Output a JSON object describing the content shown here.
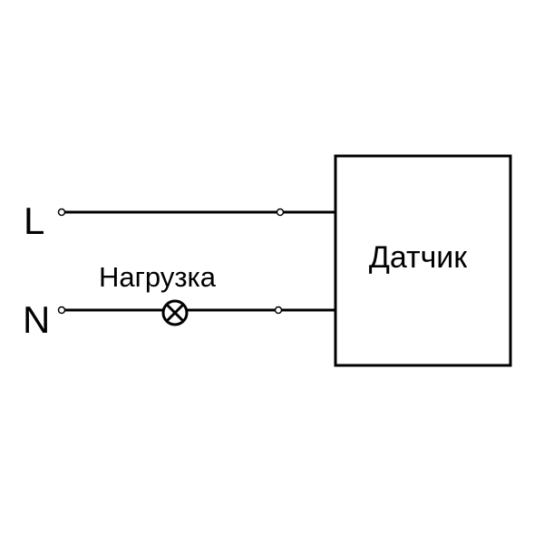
{
  "labels": {
    "line": "L",
    "neutral": "N",
    "load": "Нагрузка",
    "sensor": "Датчик"
  },
  "colors": {
    "stroke": "#000000",
    "background": "#ffffff"
  }
}
